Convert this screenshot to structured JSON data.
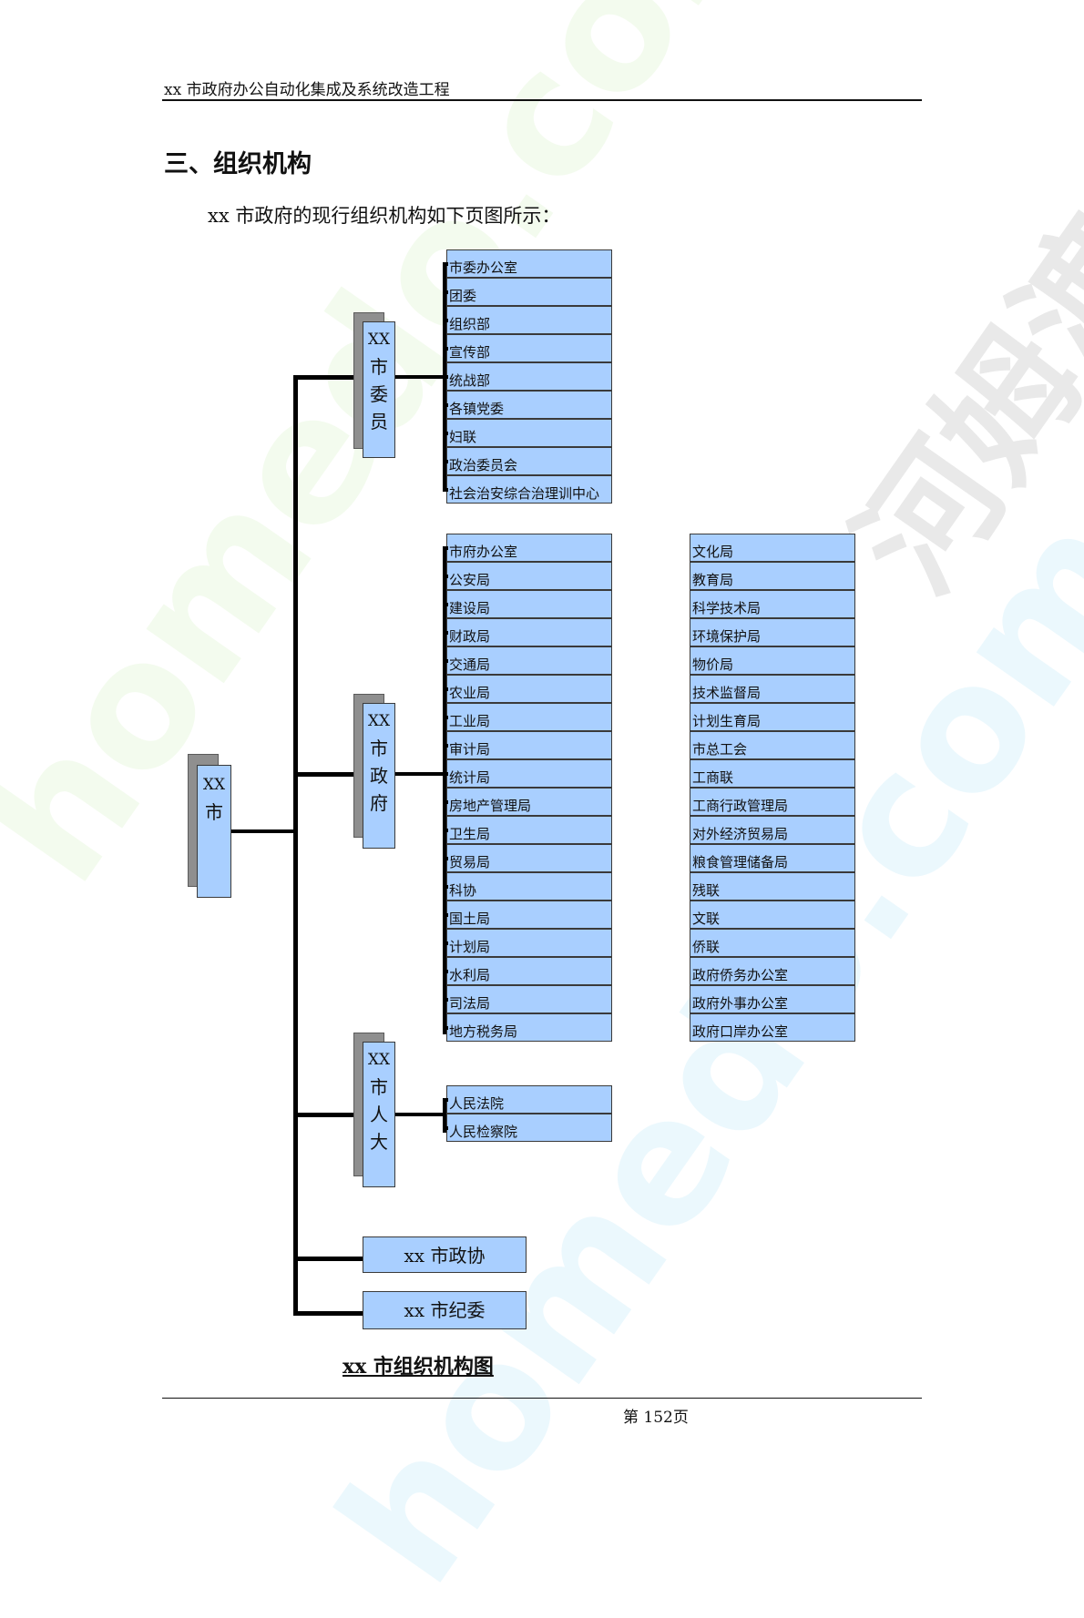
{
  "header": {
    "title": "xx 市政府办公自动化集成及系统改造工程"
  },
  "section": {
    "title": "三、组织机构"
  },
  "intro": {
    "text": "xx 市政府的现行组织机构如下页图所示："
  },
  "org_chart": {
    "root": {
      "line1": "XX",
      "line2": "市"
    },
    "party": {
      "line1": "XX",
      "line2": "市",
      "line3": "委",
      "line4": "员",
      "units": [
        "市委办公室",
        "团委",
        "组织部",
        "宣传部",
        "统战部",
        "各镇党委",
        "妇联",
        "政治委员会",
        "社会治安综合治理训中心"
      ]
    },
    "government": {
      "line1": "XX",
      "line2": "市",
      "line3": "政",
      "line4": "府",
      "units_col1": [
        "市府办公室",
        "公安局",
        "建设局",
        "财政局",
        "交通局",
        "农业局",
        "工业局",
        "审计局",
        "统计局",
        "房地产管理局",
        "卫生局",
        "贸易局",
        "科协",
        "国土局",
        "计划局",
        "水利局",
        "司法局",
        "地方税务局"
      ],
      "units_col2": [
        "文化局",
        "教育局",
        "科学技术局",
        "环境保护局",
        "物价局",
        "技术监督局",
        "计划生育局",
        "市总工会",
        "工商联",
        "工商行政管理局",
        "对外经济贸易局",
        "粮食管理储备局",
        "残联",
        "文联",
        "侨联",
        "政府侨务办公室",
        "政府外事办公室",
        "政府口岸办公室"
      ]
    },
    "congress": {
      "line1": "XX",
      "line2": "市",
      "line3": "人",
      "line4": "大",
      "units": [
        "人民法院",
        "人民检察院"
      ]
    },
    "cppcc": {
      "label": "xx 市政协"
    },
    "discipline": {
      "label": "xx 市纪委"
    }
  },
  "caption": {
    "text": "xx 市组织机构图"
  },
  "footer": {
    "page": "第 152页"
  },
  "watermark": {
    "text1": "homedo.com",
    "text2": "河姆渡"
  }
}
